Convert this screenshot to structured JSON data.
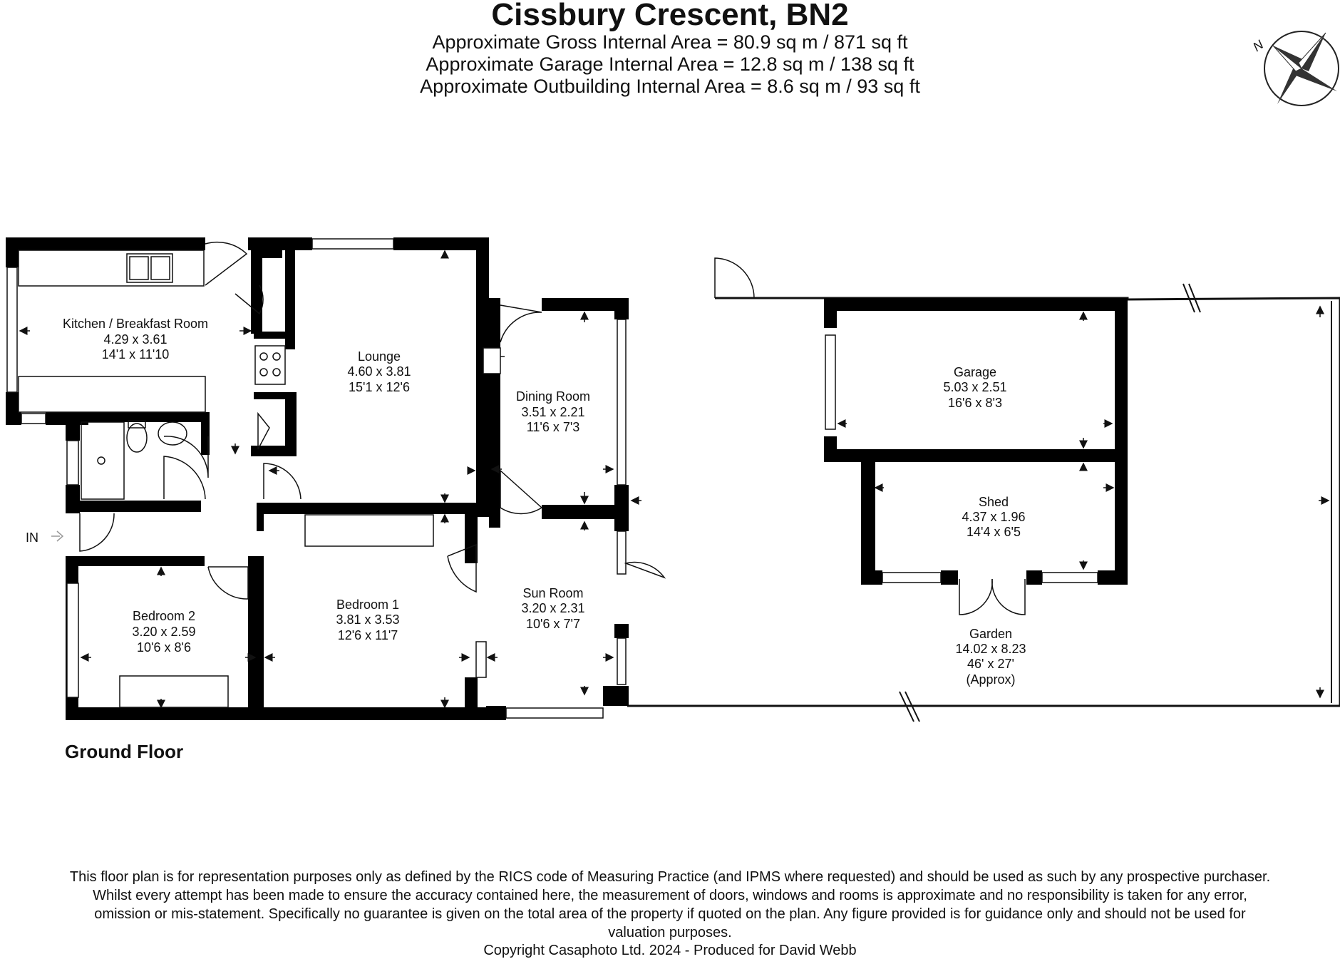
{
  "header": {
    "title": "Cissbury Crescent, BN2",
    "areas": [
      "Approximate Gross Internal Area = 80.9 sq m / 871 sq ft",
      "Approximate Garage Internal Area = 12.8 sq m / 138 sq ft",
      "Approximate Outbuilding Internal Area = 8.6 sq m / 93 sq ft"
    ]
  },
  "compass": {
    "label": "N"
  },
  "entrance": {
    "label": "IN"
  },
  "rooms": [
    {
      "name": "Kitchen / Breakfast Room",
      "metric": "4.29 x 3.61",
      "imperial": "14'1 x 11'10"
    },
    {
      "name": "Lounge",
      "metric": "4.60 x 3.81",
      "imperial": "15'1 x 12'6"
    },
    {
      "name": "Dining Room",
      "metric": "3.51 x 2.21",
      "imperial": "11'6 x 7'3"
    },
    {
      "name": "Garage",
      "metric": "5.03 x 2.51",
      "imperial": "16'6 x 8'3"
    },
    {
      "name": "Shed",
      "metric": "4.37 x 1.96",
      "imperial": "14'4 x 6'5"
    },
    {
      "name": "Bedroom 2",
      "metric": "3.20 x 2.59",
      "imperial": "10'6 x 8'6"
    },
    {
      "name": "Bedroom 1",
      "metric": "3.81 x 3.53",
      "imperial": "12'6 x 11'7"
    },
    {
      "name": "Sun Room",
      "metric": "3.20 x 2.31",
      "imperial": "10'6 x 7'7"
    },
    {
      "name": "Garden",
      "metric": "14.02 x 8.23",
      "imperial": "46' x 27'",
      "note": "(Approx)"
    }
  ],
  "floor_label": "Ground Floor",
  "disclaimer": "This floor plan is for representation purposes only as defined by the RICS code of Measuring Practice (and IPMS where requested) and should be used as such by any prospective purchaser. Whilst every attempt has been made to ensure the accuracy contained here, the measurement of doors, windows and rooms is approximate and no responsibility is taken for any error, omission or mis-statement. Specifically no guarantee is given on the total area of the property if quoted on the plan. Any figure provided is for guidance only and should not be used for valuation purposes.",
  "copyright": "Copyright Casaphoto Ltd. 2024 - Produced for David Webb"
}
